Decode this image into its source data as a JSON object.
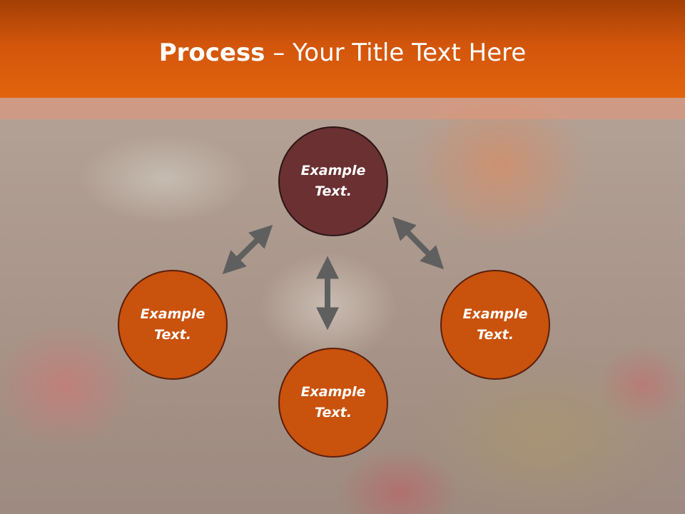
{
  "slide": {
    "title_bold": "Process",
    "title_rest": " – Your Title Text Here"
  },
  "diagram": {
    "nodes": [
      {
        "id": "top",
        "label": "Example Text.",
        "color": "#6a3032"
      },
      {
        "id": "left",
        "label": "Example Text.",
        "color": "#c9520c"
      },
      {
        "id": "bottom",
        "label": "Example Text.",
        "color": "#c9520c"
      },
      {
        "id": "right",
        "label": "Example Text.",
        "color": "#c9520c"
      }
    ],
    "arrow_color": "#5f5f5f"
  }
}
